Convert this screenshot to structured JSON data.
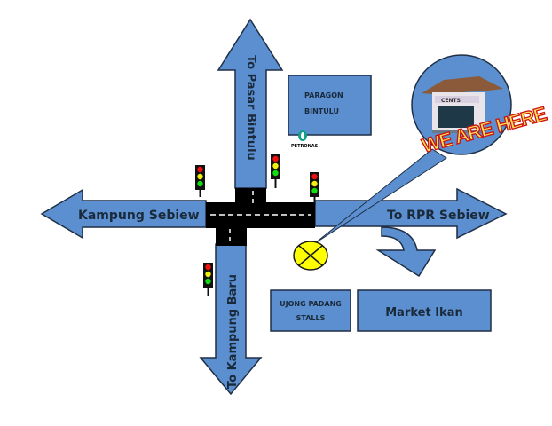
{
  "map": {
    "colors": {
      "arrow_fill": "#5b8fd0",
      "arrow_stroke": "#1f2f45",
      "road": "#000000",
      "road_marking": "#ffffff",
      "marker": "#ffff00",
      "callout": "#5b8fd0",
      "banner_text": "#ffe25a",
      "banner_outline": "#cc1111"
    },
    "arrows": {
      "north": "To Pasar Bintulu",
      "west": "Kampung Sebiew",
      "east": "To RPR Sebiew",
      "south": "To Kampung Baru"
    },
    "buildings": {
      "paragon_line1": "PARAGON",
      "paragon_line2": "BINTULU",
      "petronas": "PETRONAS",
      "ujong_line1": "UJONG PADANG",
      "ujong_line2": "STALLS",
      "market": "Market Ikan"
    },
    "callout": {
      "banner": "WE ARE HERE",
      "shop_sign": "CENTS"
    }
  }
}
